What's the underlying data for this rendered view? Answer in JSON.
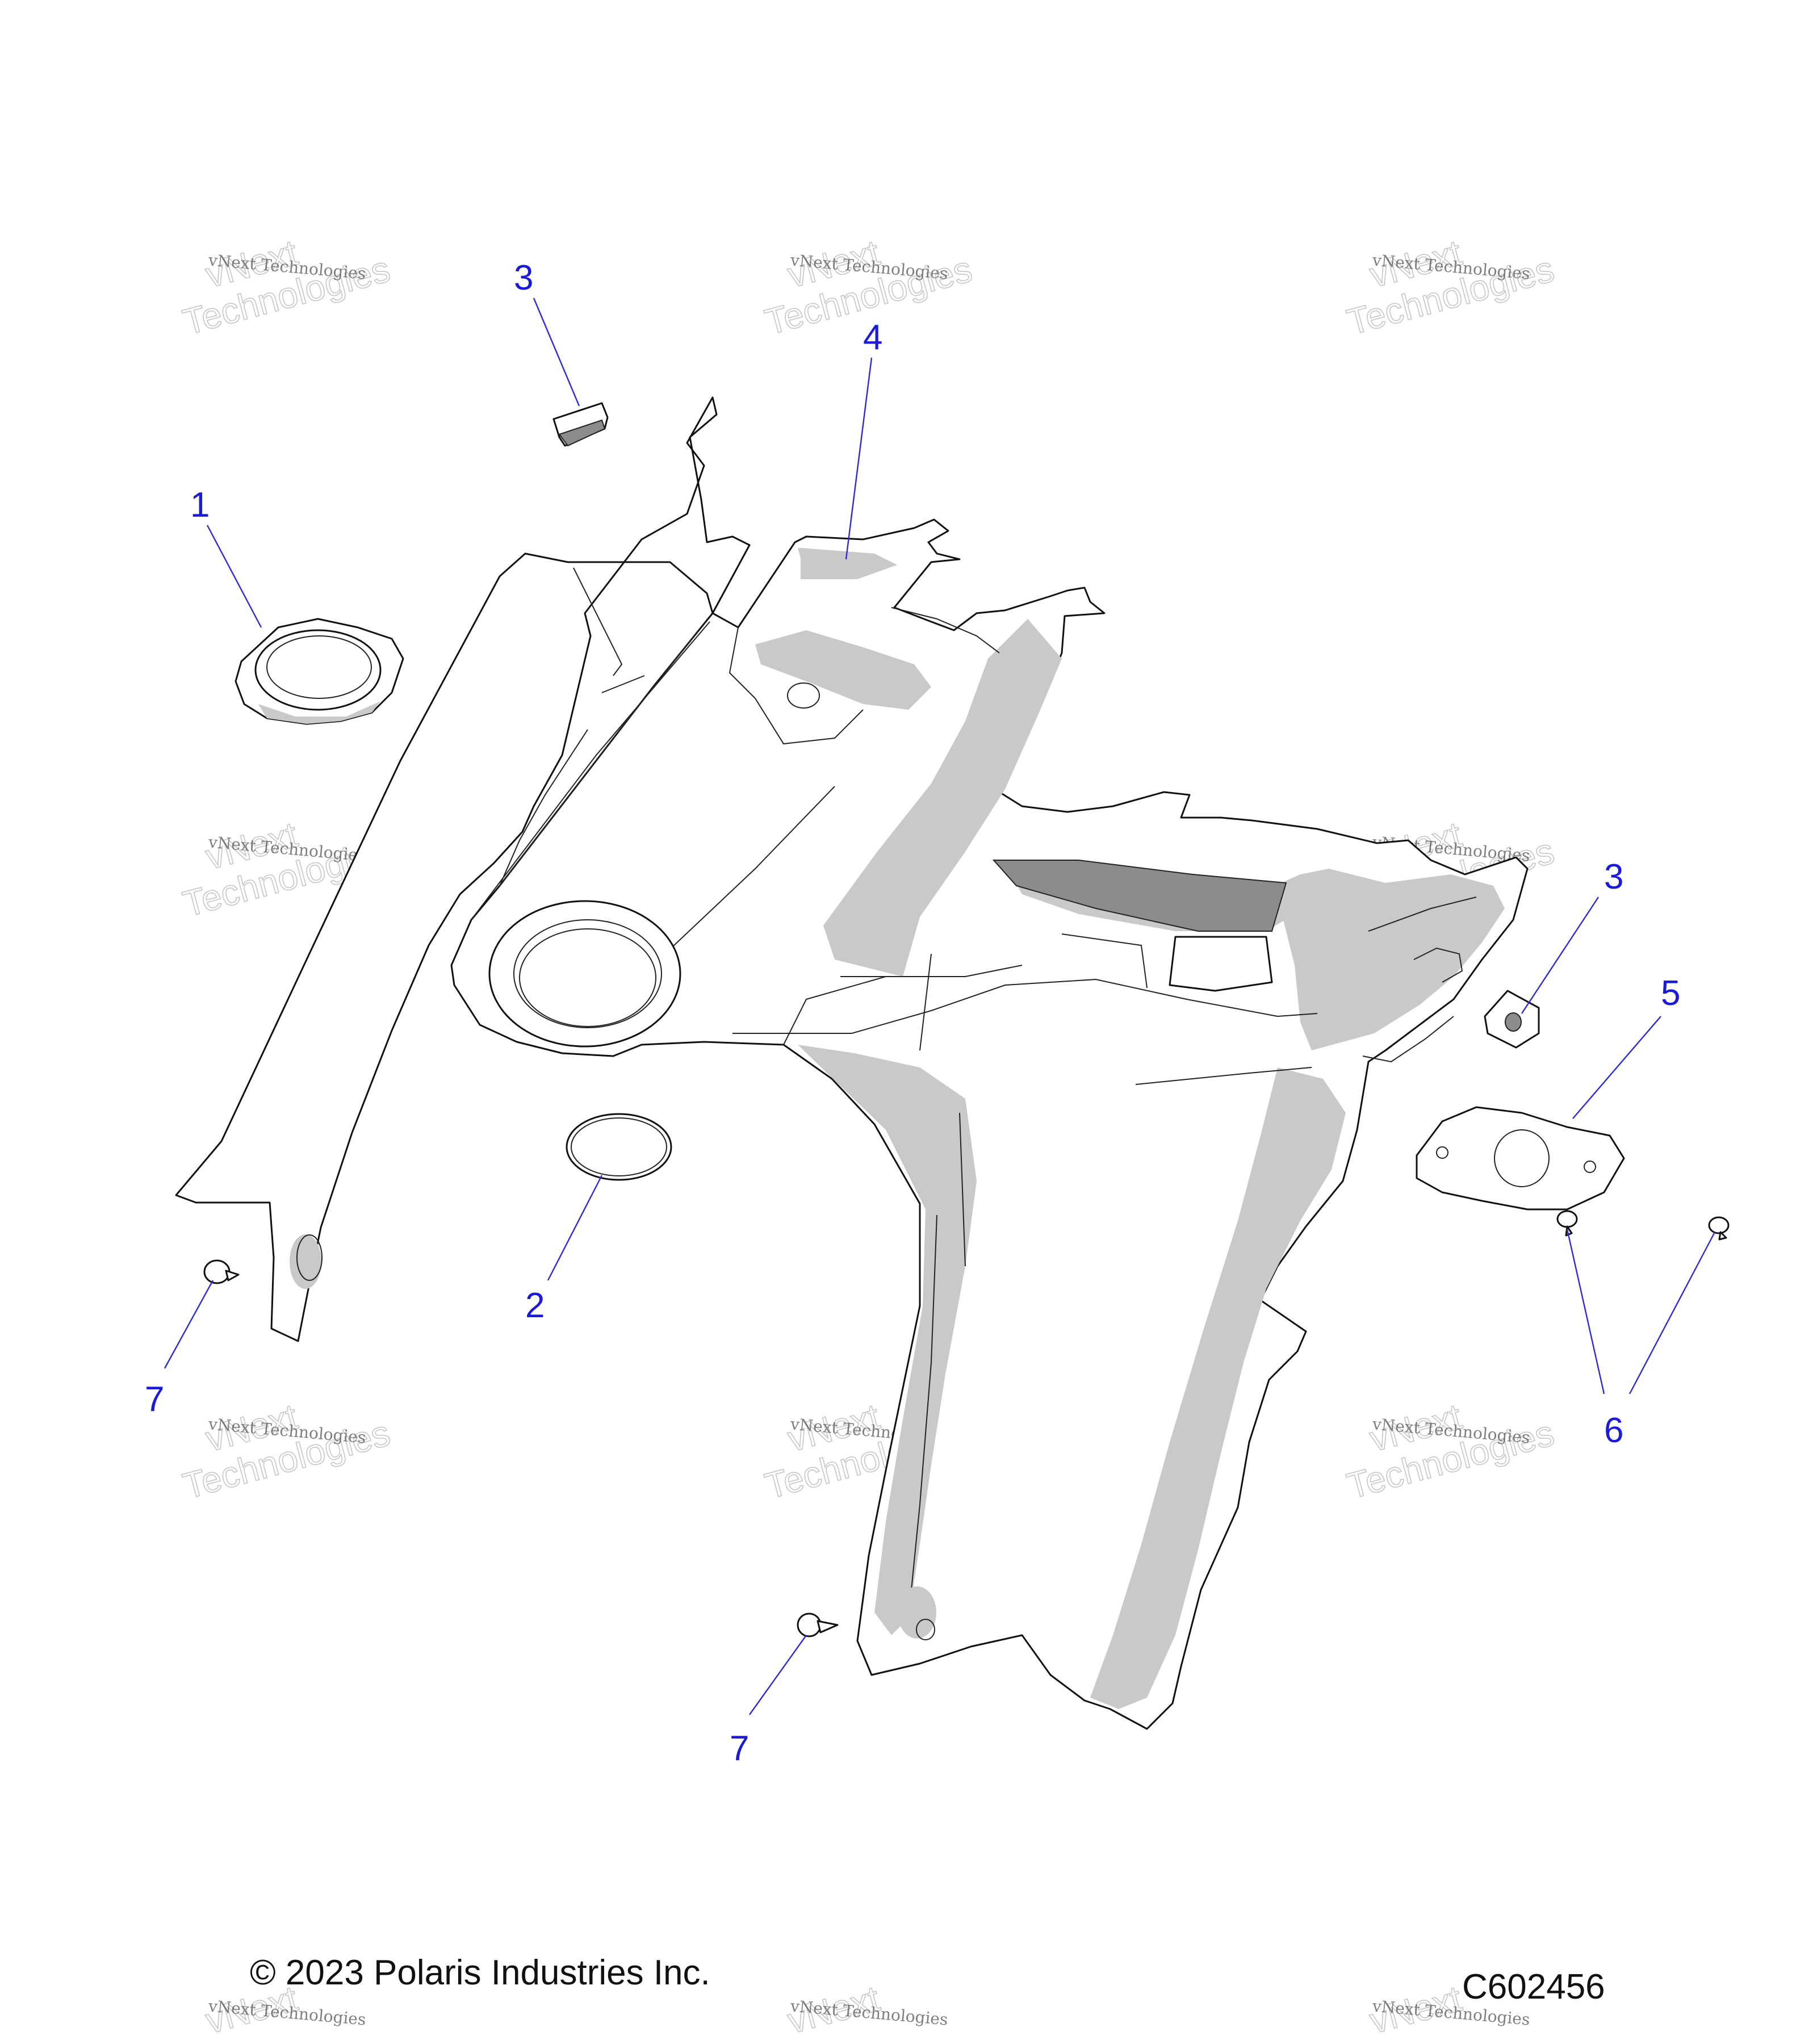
{
  "callouts": [
    {
      "id": "callout-1",
      "label": "1"
    },
    {
      "id": "callout-2",
      "label": "2"
    },
    {
      "id": "callout-3a",
      "label": "3"
    },
    {
      "id": "callout-3b",
      "label": "3"
    },
    {
      "id": "callout-4",
      "label": "4"
    },
    {
      "id": "callout-5",
      "label": "5"
    },
    {
      "id": "callout-6",
      "label": "6"
    },
    {
      "id": "callout-7a",
      "label": "7"
    },
    {
      "id": "callout-7b",
      "label": "7"
    }
  ],
  "footer": {
    "copyright": "© 2023 Polaris Industries Inc.",
    "diagram_code": "C602456"
  },
  "watermark": {
    "small": "vNext Technologies",
    "big_line1": "vNext",
    "big_line2": "Technologies"
  },
  "colors": {
    "callout": "#1a1adc",
    "shading": "#c9c9c9"
  }
}
